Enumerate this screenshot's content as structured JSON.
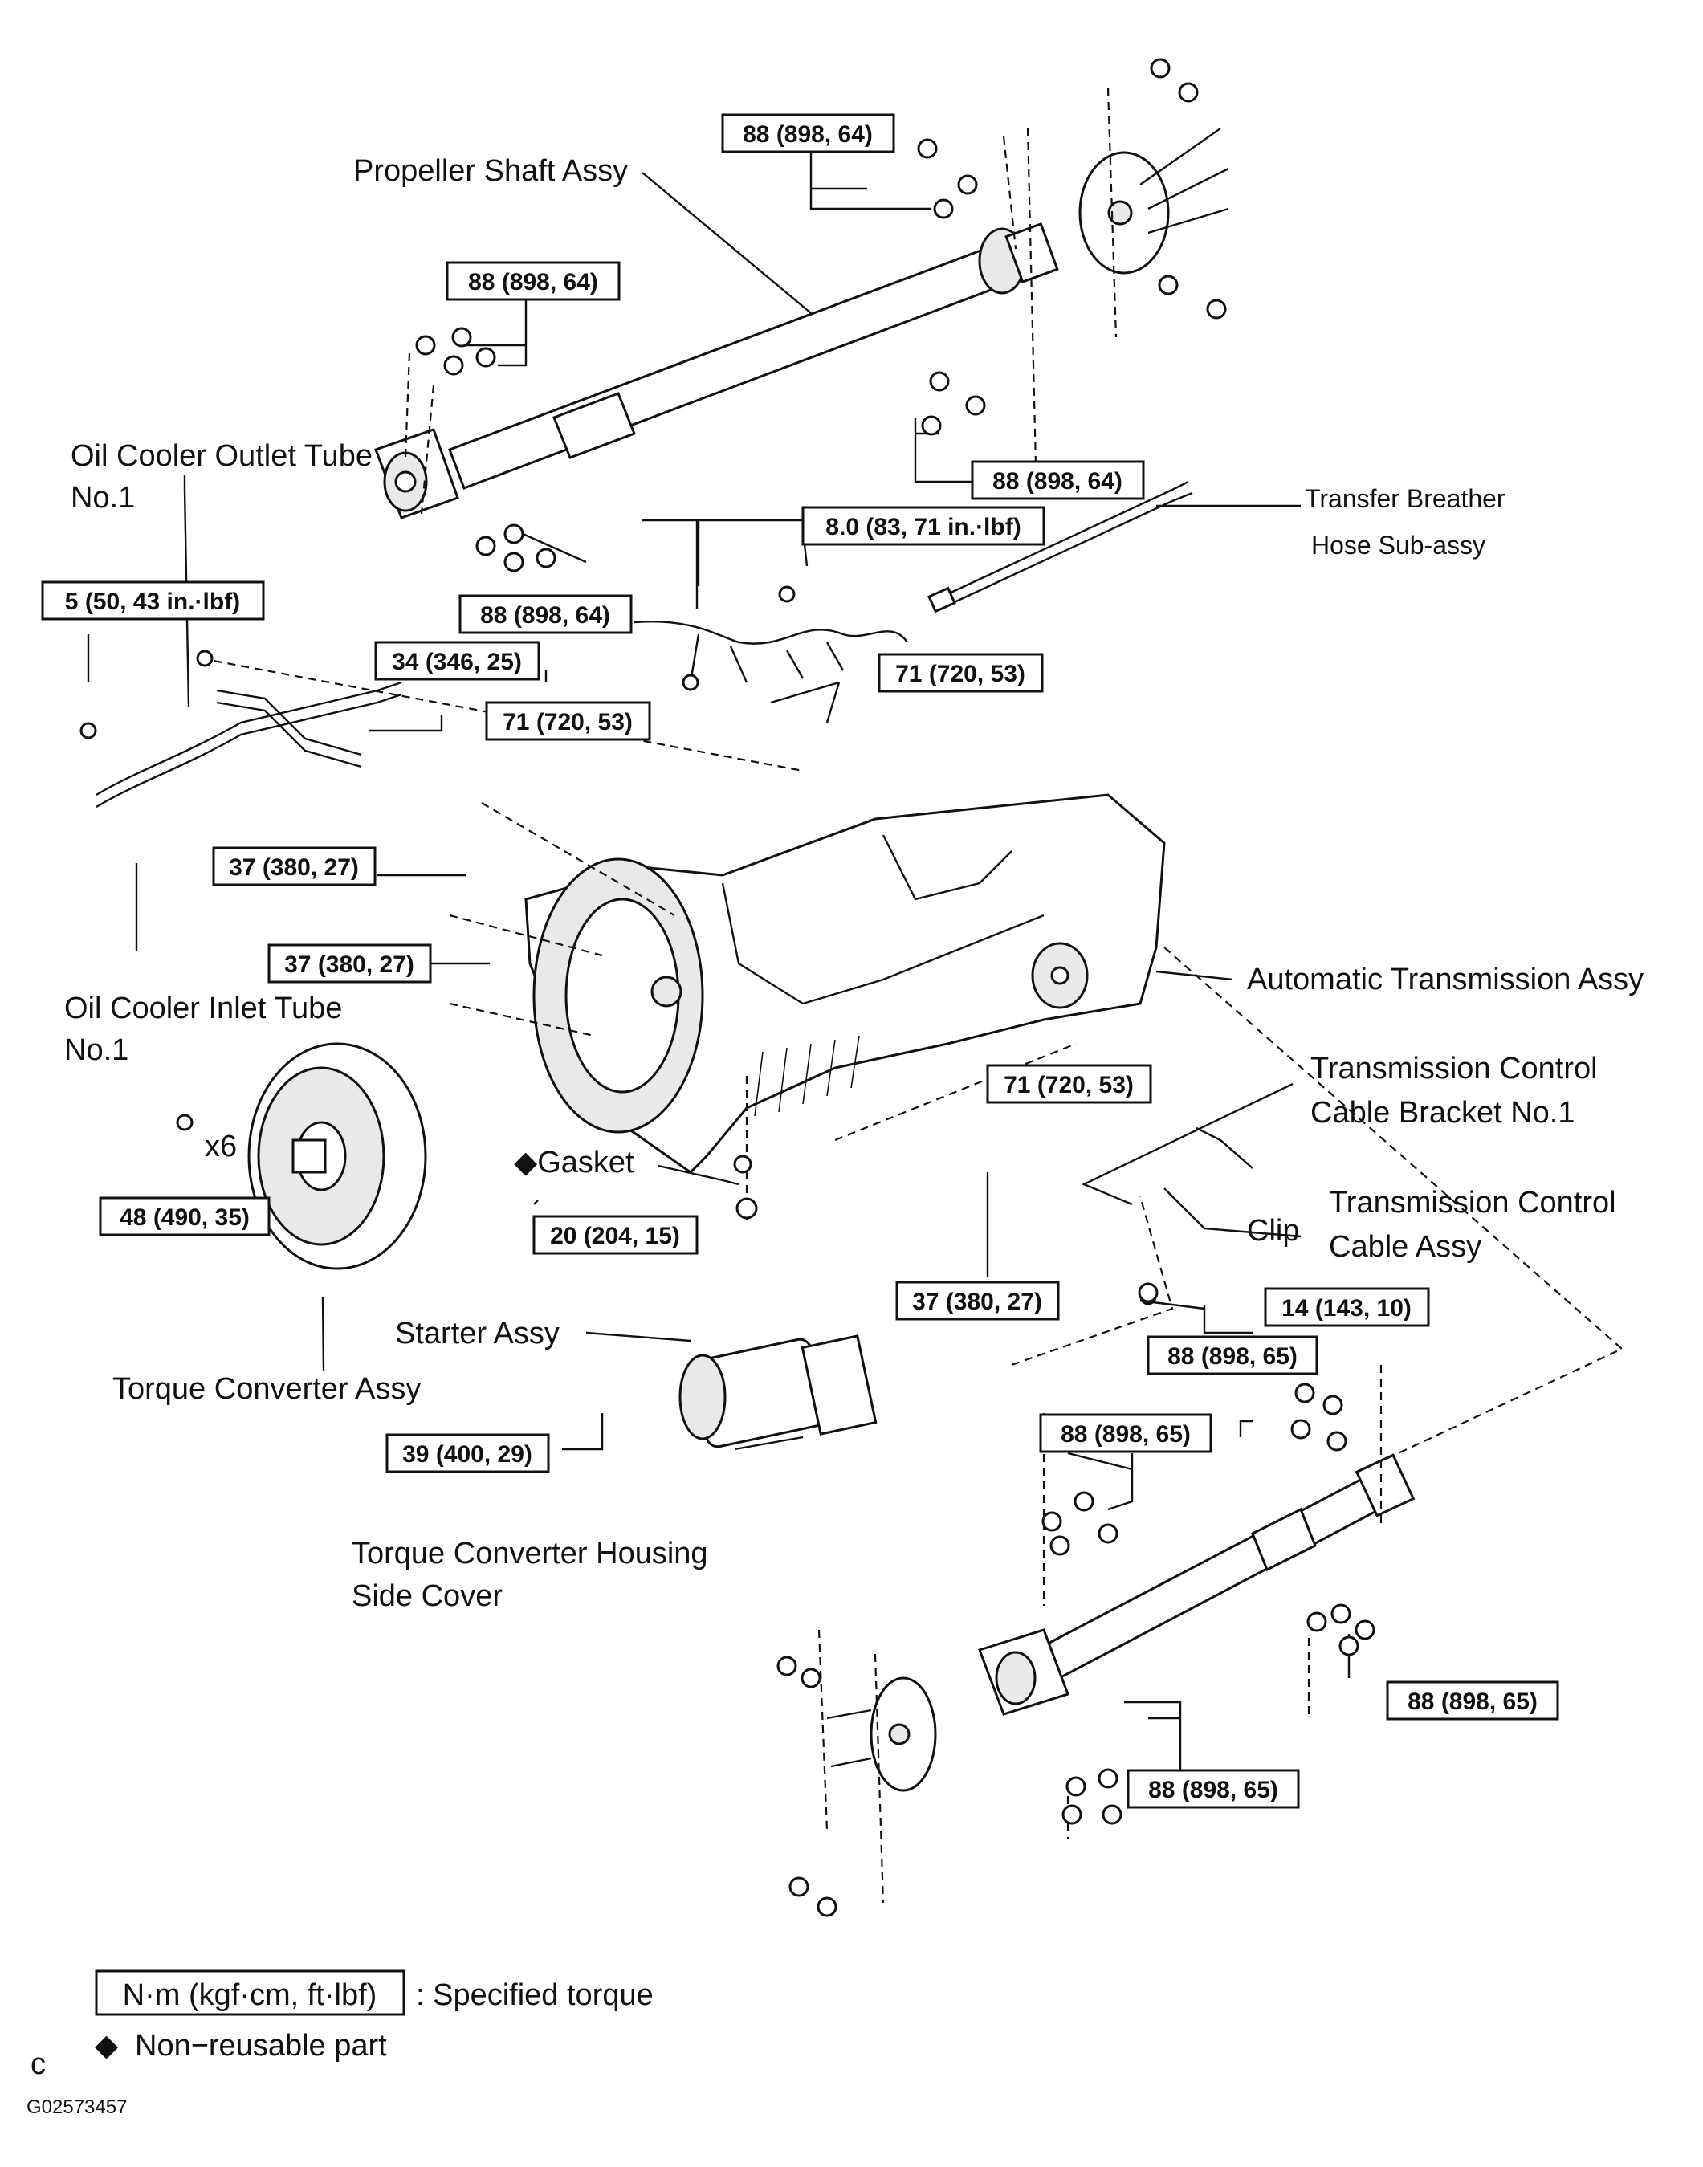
{
  "parts": {
    "propeller_shaft_top": "Propeller Shaft Assy",
    "oil_cooler_outlet_1": "Oil Cooler Outlet Tube",
    "oil_cooler_outlet_2": "No.1",
    "transfer_breather_1": "Transfer Breather",
    "transfer_breather_2": "Hose Sub-assy",
    "oil_cooler_inlet_1": "Oil  Cooler  Inlet Tube",
    "oil_cooler_inlet_2": "No.1",
    "auto_trans": "Automatic Transmission Assy",
    "tc_bracket_1": "Transmission Control",
    "tc_bracket_2": "Cable Bracket No.1",
    "gasket": "◆Gasket",
    "tc_cable_1": "Transmission  Control",
    "tc_cable_2": "Cable Assy",
    "clip": "Clip",
    "x6": "x6",
    "starter": "Starter Assy",
    "torque_converter": "Torque Converter Assy",
    "tc_housing_cover_1": "Torque Converter Housing",
    "tc_housing_cover_2": "Side Cover"
  },
  "torques": [
    "88 (898, 64)",
    "88 (898, 64)",
    "88 (898, 64)",
    "8.0 (83, 71 in.·lbf)",
    "88 (898, 64)",
    "5 (50, 43 in.·lbf)",
    "34 (346, 25)",
    "71 (720, 53)",
    "71 (720, 53)",
    "37 (380, 27)",
    "37 (380, 27)",
    "71 (720, 53)",
    "48 (490, 35)",
    "20 (204, 15)",
    "37 (380, 27)",
    "14 (143, 10)",
    "88 (898, 65)",
    "39 (400, 29)",
    "88 (898, 65)",
    "88 (898, 65)",
    "88 (898, 65)"
  ],
  "legend": {
    "torque_box": "N·m (kgf·cm, ft·lbf)",
    "torque_desc": ": Specified torque",
    "nonreusable_symbol": "◆",
    "nonreusable_desc": "Non−reusable part"
  },
  "footer": {
    "letter": "c",
    "figure_id": "G02573457"
  }
}
